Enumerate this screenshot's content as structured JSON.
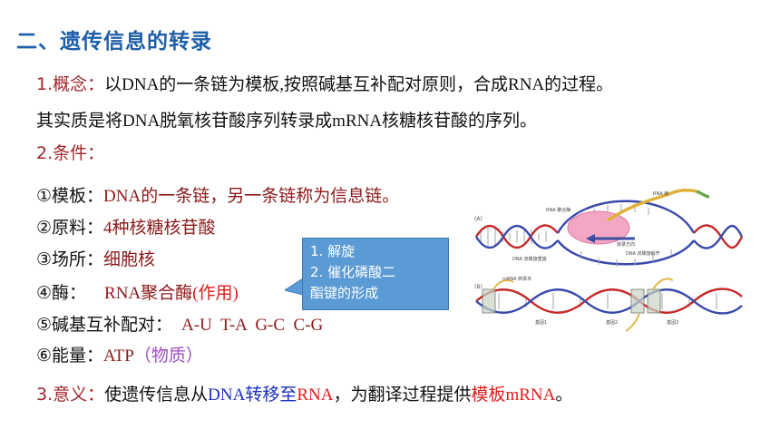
{
  "title": "二、遗传信息的转录",
  "concept": {
    "label": "1.概念：",
    "text": "以DNA的一条链为模板,按照碱基互补配对原则，合成RNA的过程。",
    "line2": "其实质是将DNA脱氧核苷酸序列转录成mRNA核糖核苷酸的序列。"
  },
  "conditions": {
    "label": "2.条件：",
    "template": {
      "label": "①模板：",
      "value": "DNA的一条链，另一条链称为信息链。"
    },
    "material": {
      "label": "②原料：",
      "value": "4种核糖核苷酸"
    },
    "site": {
      "label": "③场所：",
      "value": "细胞核"
    },
    "enzyme": {
      "label": "④酶：",
      "value": "RNA聚合酶",
      "note": "(作用)"
    },
    "pairing": {
      "label": "⑤碱基互补配对：",
      "value": "A-U  T-A  G-C  C-G"
    },
    "energy": {
      "label": "⑥能量：",
      "value": "ATP",
      "note": "（物质）"
    }
  },
  "callout": {
    "line1": "1. 解旋",
    "line2": "2. 催化磷酸二",
    "line3": "酯键的形成"
  },
  "significance": {
    "label": "3.意义：",
    "t1": "使遗传信息从",
    "t2": "DNA转移至",
    "t3": "RNA",
    "t4": "，为翻译过程提供",
    "t5": "模板mRNA",
    "t6": "。"
  },
  "figure": {
    "label_rna_chain": "RNA 链",
    "label_polymerase": "RNA 聚合酶",
    "label_direction": "转录方向",
    "label_dna_rewind": "DNA 双螺旋重旋",
    "label_dna_unwind": "DNA 双螺旋解开",
    "label_mrna": "mRNA 转录本",
    "label_gene1": "基因1",
    "label_gene2": "基因2",
    "label_gene3": "基因3",
    "label_a": "(A)",
    "label_b": "(B)",
    "colors": {
      "strand_red": "#c62828",
      "strand_blue": "#3949ab",
      "rna_yellow": "#e0b23a",
      "polymerase_pink": "#f4a7c4",
      "bases": "#9aa5ad"
    }
  }
}
